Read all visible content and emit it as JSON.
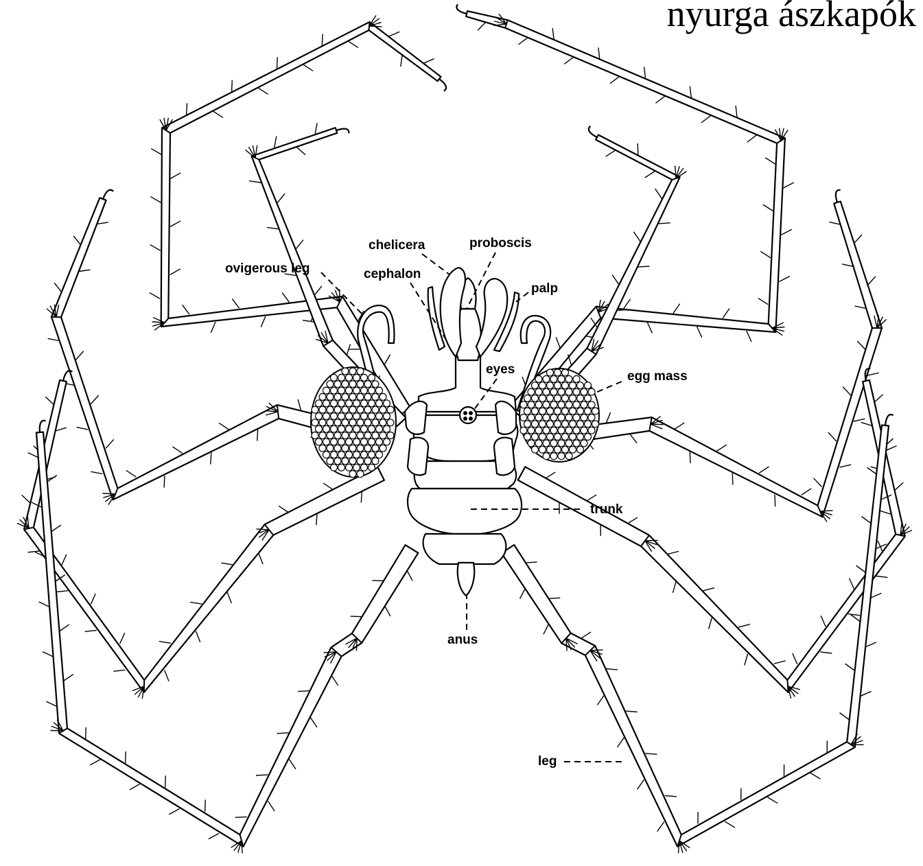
{
  "title": "nyurga ászkapók",
  "labels": {
    "chelicera": "chelicera",
    "proboscis": "proboscis",
    "ovigerous_leg": "ovigerous leg",
    "cephalon": "cephalon",
    "palp": "palp",
    "eyes": "eyes",
    "egg_mass": "egg mass",
    "trunk": "trunk",
    "anus": "anus",
    "leg": "leg"
  }
}
